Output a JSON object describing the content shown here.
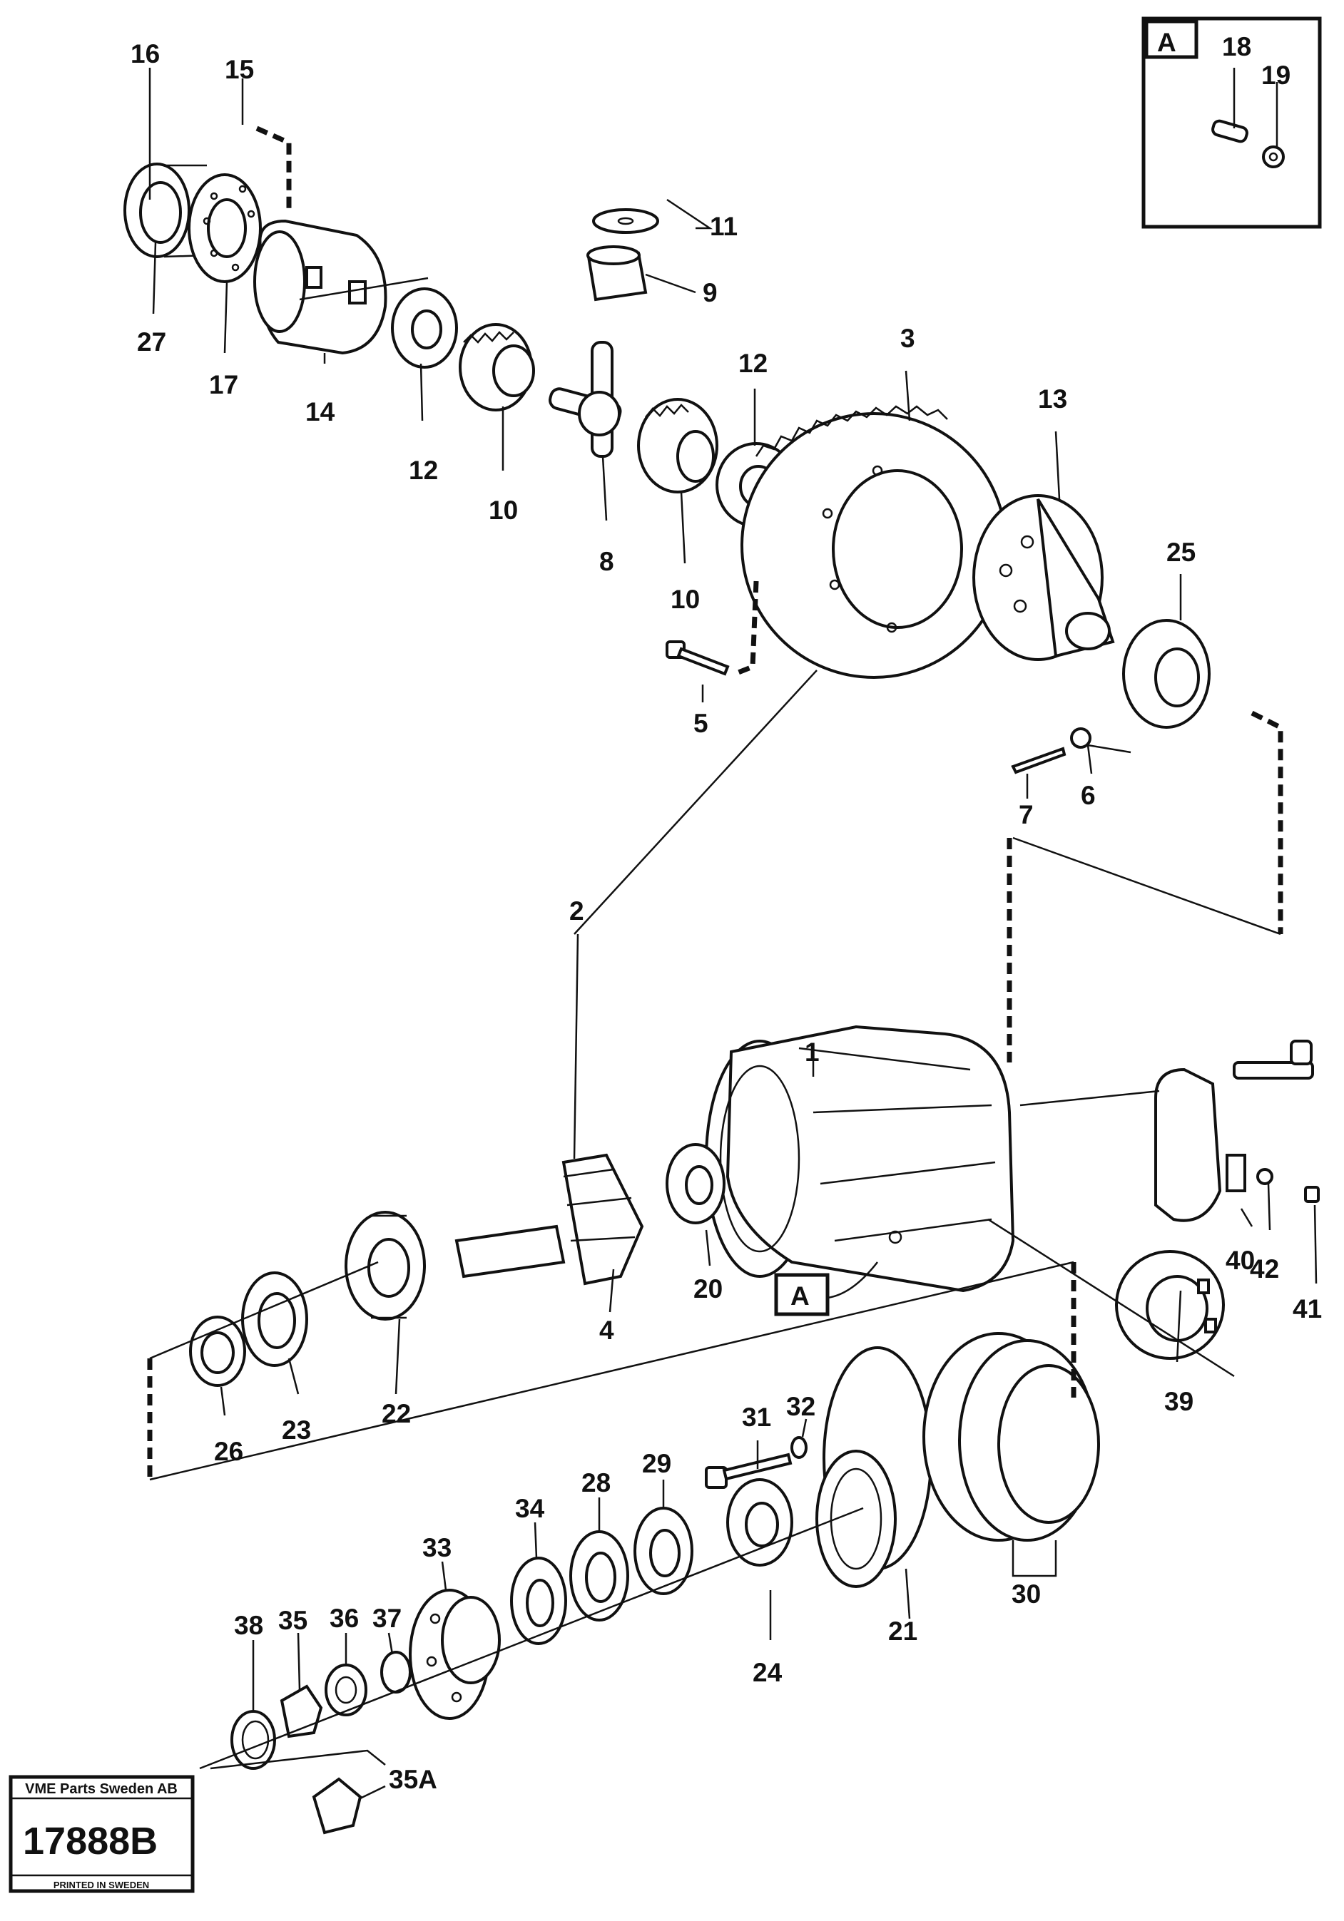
{
  "detail_box": {
    "label": "A",
    "parts": [
      "18",
      "19"
    ]
  },
  "detail_marker": {
    "label": "A"
  },
  "callouts": {
    "c1": "1",
    "c2": "2",
    "c3": "3",
    "c4": "4",
    "c5": "5",
    "c6": "6",
    "c7": "7",
    "c8": "8",
    "c9": "9",
    "c10a": "10",
    "c10b": "10",
    "c11": "11",
    "c12a": "12",
    "c12b": "12",
    "c13": "13",
    "c14": "14",
    "c15": "15",
    "c16": "16",
    "c17": "17",
    "c18": "18",
    "c19": "19",
    "c20": "20",
    "c21": "21",
    "c22": "22",
    "c23": "23",
    "c24": "24",
    "c25": "25",
    "c26": "26",
    "c27": "27",
    "c28": "28",
    "c29": "29",
    "c30": "30",
    "c31": "31",
    "c32": "32",
    "c33": "33",
    "c34": "34",
    "c35": "35",
    "c35a": "35A",
    "c36": "36",
    "c37": "37",
    "c38": "38",
    "c39": "39",
    "c40": "40",
    "c41": "41",
    "c42": "42"
  },
  "stamp": {
    "company": "VME Parts Sweden AB",
    "number": "17888B",
    "printed": "PRINTED IN SWEDEN"
  }
}
